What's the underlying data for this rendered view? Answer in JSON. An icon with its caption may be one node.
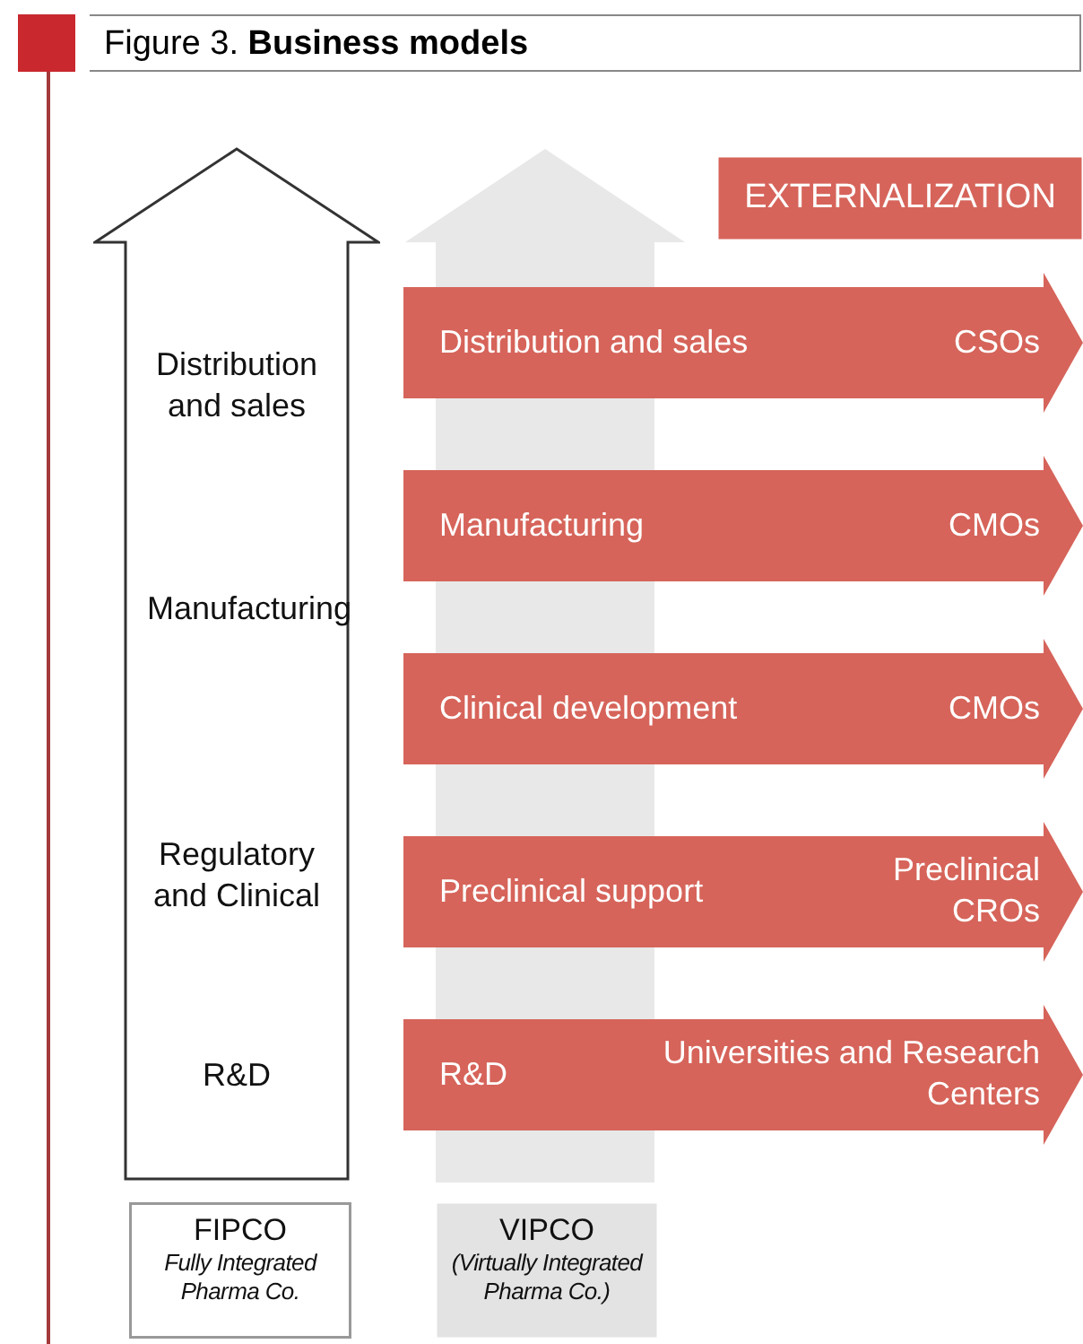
{
  "diagram": {
    "title": "Figure 3. **Business models**",
    "nodes": [
      {
        "text": [
          "Distribution and sales",
          "Manufacturing",
          "Regulatory and Clinical",
          "R&D"
        ]
      },
      {
        "text": [
          "FIPCO",
          "Fully Integrated Pharma Co."
        ]
      },
      {
        "text": [],
        "shape": "arrow"
      },
      {
        "text": [
          "VIPCO",
          "(Virtually Integrated Pharma Co.)"
        ]
      },
      {
        "text": [
          "EXTERNALIZATION"
        ]
      },
      {
        "text": [
          "Distribution and sales",
          "CSOs"
        ]
      },
      {
        "text": [
          "Manufacturing",
          "CMOs"
        ]
      },
      {
        "text": [
          "Clinical development",
          "CMOs"
        ]
      },
      {
        "text": [
          "Preclinical support",
          "Preclinical CROs"
        ]
      },
      {
        "text": [
          "R&D",
          "Universities and Research Centers"
        ]
      }
    ]
  }
}
